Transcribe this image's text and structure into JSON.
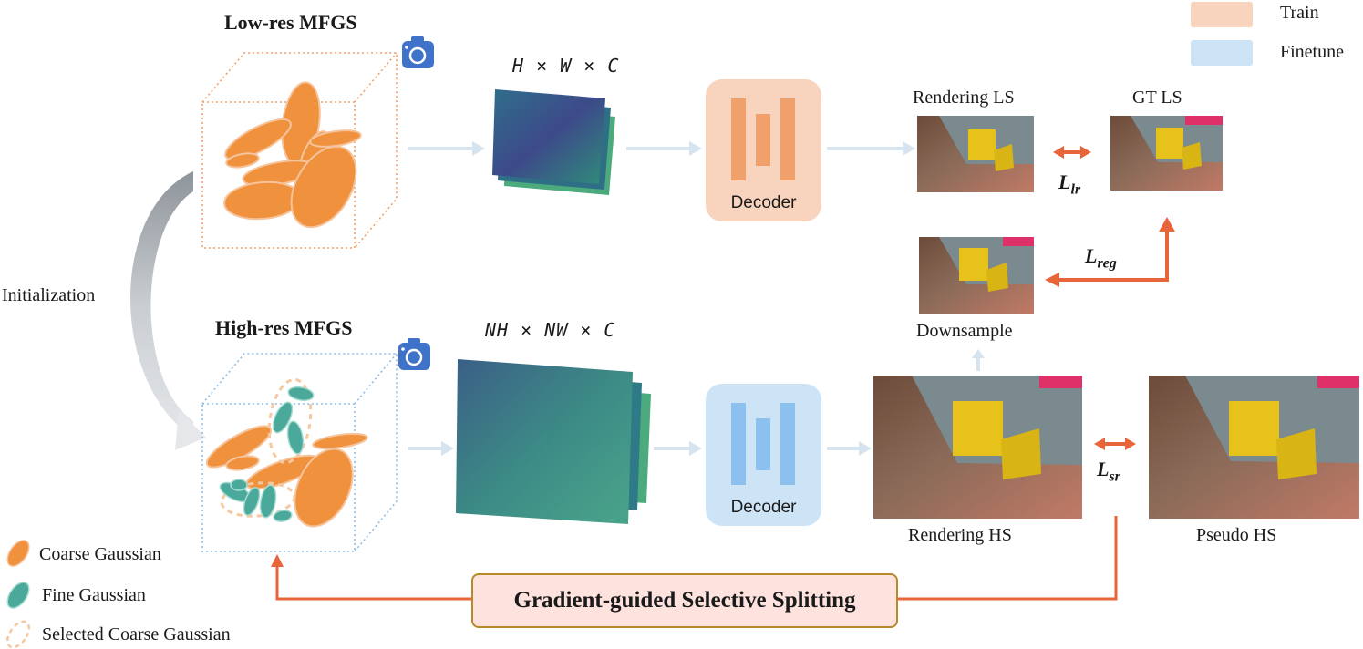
{
  "legend_top": {
    "train_label": "Train",
    "finetune_label": "Finetune",
    "train_color": "#f8d3bd",
    "finetune_color": "#cde4f7"
  },
  "low_res": {
    "title": "Low-res MFGS",
    "dims": "H × W × C",
    "decoder_label": "Decoder"
  },
  "high_res": {
    "title": "High-res MFGS",
    "dims": "NH × NW × C",
    "decoder_label": "Decoder"
  },
  "init_label": "Initialization",
  "renders": {
    "rendering_ls": "Rendering LS",
    "gt_ls": "GT LS",
    "downsample": "Downsample",
    "rendering_hs": "Rendering HS",
    "pseudo_hs": "Pseudo HS"
  },
  "losses": {
    "lr": {
      "base": "L",
      "sub": "lr"
    },
    "reg": {
      "base": "L",
      "sub": "reg"
    },
    "sr": {
      "base": "L",
      "sub": "sr"
    }
  },
  "splitting_label": "Gradient-guided Selective Splitting",
  "legend_bottom": {
    "coarse": "Coarse Gaussian",
    "fine": "Fine Gaussian",
    "selected": "Selected Coarse Gaussian"
  },
  "colors": {
    "coarse": "#f0913d",
    "fine": "#4aa99a",
    "arrow_orange": "#e8643b",
    "arrow_light": "#d6e4ef",
    "camera": "#3f73c9"
  }
}
